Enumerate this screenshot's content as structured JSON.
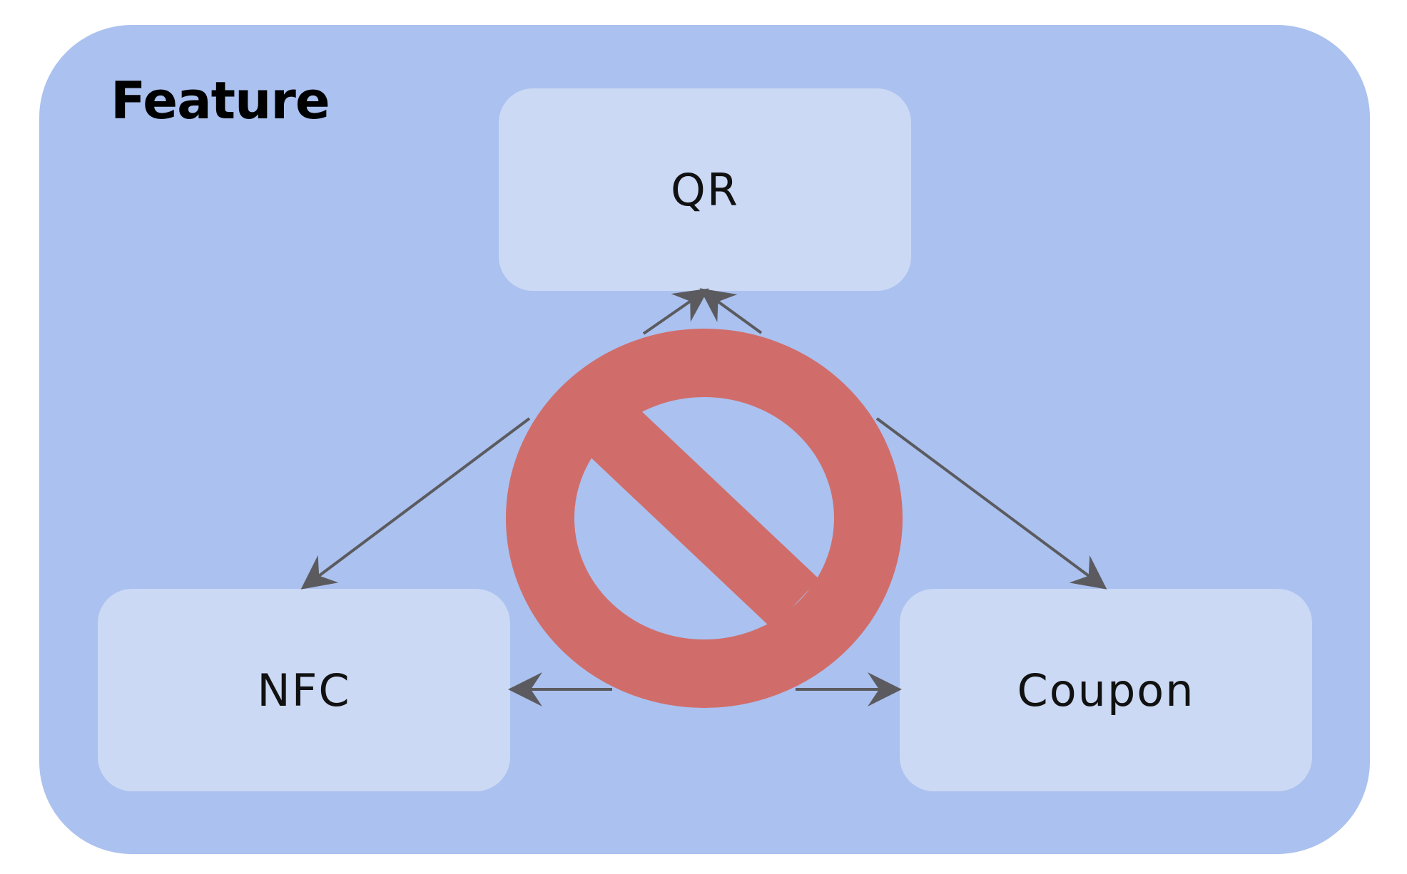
{
  "panel": {
    "title": "Feature",
    "color": "#abc1ef"
  },
  "nodes": [
    {
      "id": "qr",
      "label": "QR",
      "color": "#cbd9f4"
    },
    {
      "id": "nfc",
      "label": "NFC",
      "color": "#cbd9f4"
    },
    {
      "id": "coupon",
      "label": "Coupon",
      "color": "#cbd9f4"
    }
  ],
  "edges": [
    {
      "from": "qr",
      "to": "nfc",
      "bidirectional": true
    },
    {
      "from": "qr",
      "to": "coupon",
      "bidirectional": true
    },
    {
      "from": "nfc",
      "to": "coupon",
      "bidirectional": true
    }
  ],
  "overlay": {
    "icon": "prohibited-icon",
    "color": "#d06d6a"
  },
  "colors": {
    "arrow": "#5b5b5f",
    "text": "#111111"
  }
}
